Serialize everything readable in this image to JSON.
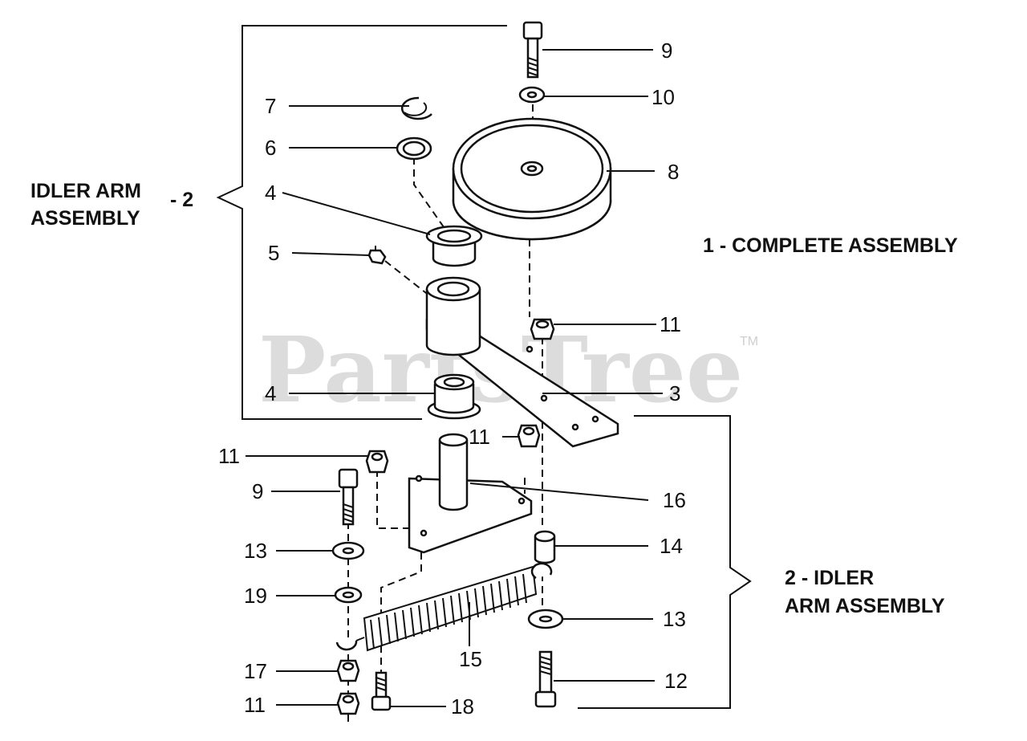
{
  "titles": {
    "complete_assembly": "1 - COMPLETE ASSEMBLY",
    "idler_arm_assembly_line1": "2 - IDLER",
    "idler_arm_assembly_line2": "ARM ASSEMBLY",
    "left_group_line1": "IDLER ARM",
    "left_group_line2": "ASSEMBLY",
    "left_group_ref": "- 2"
  },
  "watermark": {
    "text": "PartsTree",
    "trademark": "TM"
  },
  "callouts": {
    "bolt_top": "9",
    "washer_top": "10",
    "snap_ring": "7",
    "washer_ring": "6",
    "pulley": "8",
    "bushing_upper": "4",
    "grease_fitting": "5",
    "nut_arm": "11",
    "idler_arm": "3",
    "bushing_lower": "4",
    "nut_mid": "11",
    "nut_left": "11",
    "pivot_plate": "16",
    "bolt_left": "9",
    "spacer": "14",
    "washer_left": "13",
    "lock_washer": "19",
    "washer_right": "13",
    "spring": "15",
    "nut_hex": "17",
    "bolt_right": "12",
    "nut_bottom": "11",
    "screw_bottom": "18"
  }
}
